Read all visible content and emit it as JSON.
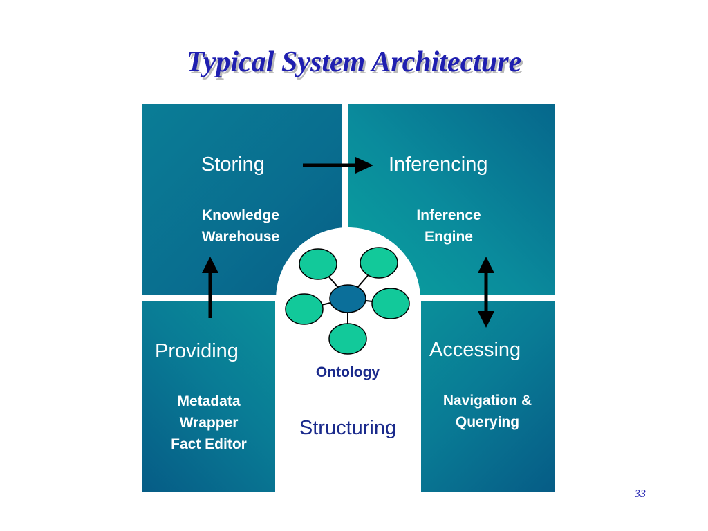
{
  "title": "Typical System Architecture",
  "quadrants": {
    "storing": {
      "heading": "Storing",
      "lines": [
        "Knowledge",
        "Warehouse"
      ]
    },
    "inferencing": {
      "heading": "Inferencing",
      "lines": [
        "Inference",
        "Engine"
      ]
    },
    "providing": {
      "heading": "Providing",
      "lines": [
        "Metadata",
        "Wrapper",
        "Fact Editor"
      ]
    },
    "accessing": {
      "heading": "Accessing",
      "lines": [
        "Navigation &",
        "Querying"
      ]
    }
  },
  "center": {
    "ontology": "Ontology",
    "structuring": "Structuring"
  },
  "colors": {
    "title": "#1f1fb0",
    "quadrant": "#0a7d96",
    "node_fill": "#12c99a",
    "hub_fill": "#0b6f9a",
    "label_blue": "#1a2a8c"
  },
  "page_number": "33"
}
